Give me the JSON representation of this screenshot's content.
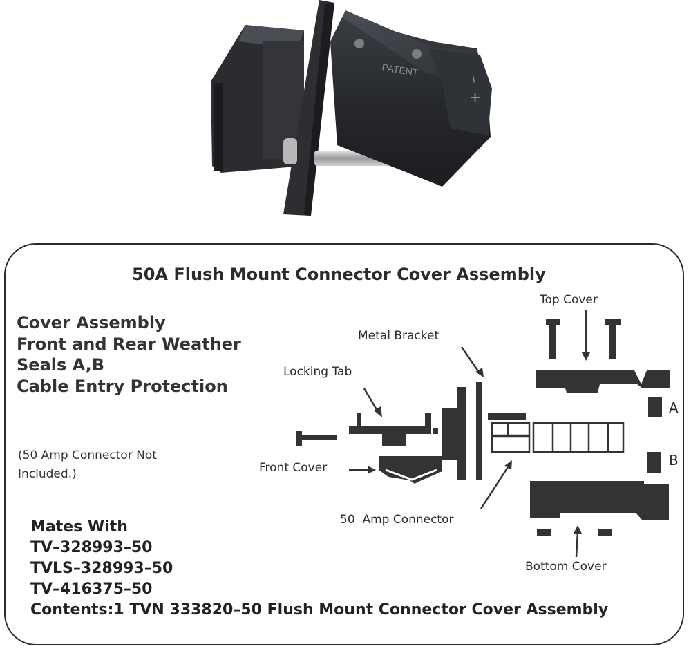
{
  "photo": {
    "patent_text": "PATENT",
    "minus_mark": "−",
    "plus_mark": "+"
  },
  "diagram": {
    "title": "50A Flush Mount Connector Cover Assembly",
    "features": [
      "Cover Assembly",
      "Front and Rear Weather",
      "Seals A,B",
      "Cable Entry Protection"
    ],
    "note_lines": [
      "(50 Amp Connector Not",
      "Included.)"
    ],
    "labels": {
      "top_cover": "Top Cover",
      "metal_bracket": "Metal Bracket",
      "locking_tab": "Locking Tab",
      "front_cover": "Front Cover",
      "amp_connector": "50  Amp Connector",
      "bottom_cover": "Bottom Cover",
      "seal_a": "A",
      "seal_b": "B"
    },
    "mates_heading": "Mates With",
    "mates_parts": [
      "TV–328993–50",
      "TVLS–328993–50",
      "TV–416375–50"
    ],
    "contents": "Contents:1 TVN 333820–50 Flush Mount Connector Cover Assembly"
  }
}
